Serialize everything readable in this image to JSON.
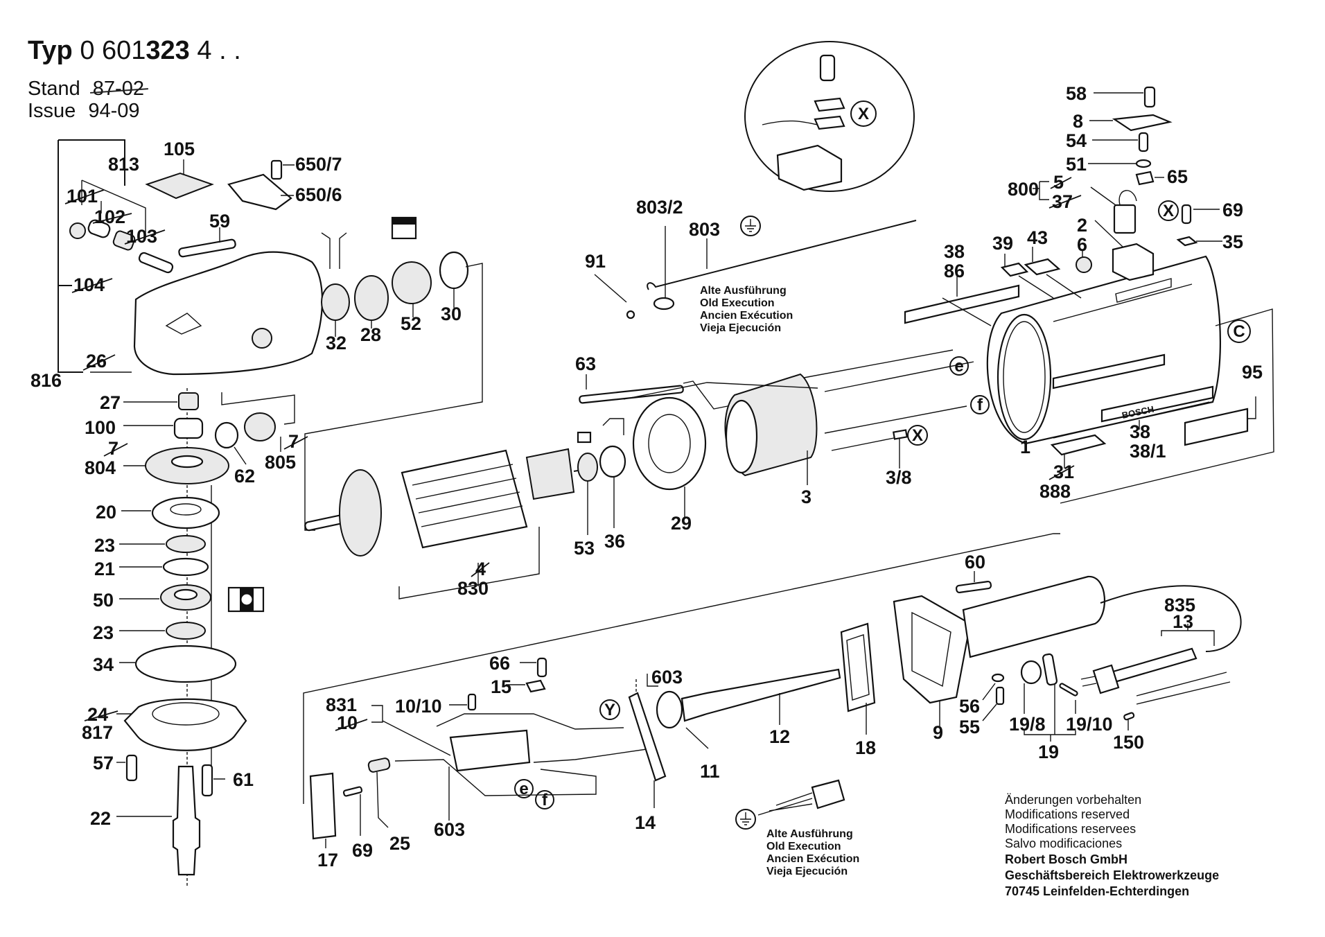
{
  "header": {
    "typ_label": "Typ",
    "typ_prefix": "0 601",
    "typ_bold": "323",
    "typ_suffix": "4",
    "typ_dots": ". .",
    "stand_label": "Stand",
    "stand_value_struck": "87-02",
    "issue_label": "Issue",
    "issue_value": "94-09"
  },
  "part_labels": {
    "p813": "813",
    "p105": "105",
    "p650_7": "650/7",
    "p650_6": "650/6",
    "p101": "101",
    "p102": "102",
    "p103": "103",
    "p104": "104",
    "p59": "59",
    "p26": "26",
    "p816": "816",
    "p27": "27",
    "p100": "100",
    "p7a": "7",
    "p804": "804",
    "p62": "62",
    "p805": "805",
    "p7b": "7",
    "p20": "20",
    "p23a": "23",
    "p21": "21",
    "p50": "50",
    "p23b": "23",
    "p34": "34",
    "p24": "24",
    "p817": "817",
    "p57": "57",
    "p61": "61",
    "p22": "22",
    "p32": "32",
    "p28": "28",
    "p52": "52",
    "p30": "30",
    "p91": "91",
    "p803_2": "803/2",
    "p803": "803",
    "p63": "63",
    "p53": "53",
    "p36": "36",
    "p29": "29",
    "p4": "4",
    "p830": "830",
    "p3": "3",
    "p3_8": "3/8",
    "p58": "58",
    "p8": "8",
    "p54": "54",
    "p51": "51",
    "p65": "65",
    "p800": "800",
    "p5": "5",
    "p37": "37",
    "p69a": "69",
    "p2": "2",
    "p35": "35",
    "p6": "6",
    "p38a": "38",
    "p86": "86",
    "p39": "39",
    "p43": "43",
    "p1": "1",
    "p95": "95",
    "p38b": "38",
    "p38_1": "38/1",
    "p31": "31",
    "p888": "888",
    "p60": "60",
    "p835": "835",
    "p13": "13",
    "p66": "66",
    "p15": "15",
    "p831": "831",
    "p10_10": "10/10",
    "p10": "10",
    "p603a": "603",
    "p603b": "603",
    "p14": "14",
    "p11": "11",
    "p12": "12",
    "p18": "18",
    "p9": "9",
    "p56": "56",
    "p55": "55",
    "p19_8": "19/8",
    "p19_10": "19/10",
    "p19": "19",
    "p150": "150",
    "p17": "17",
    "p69b": "69",
    "p25": "25"
  },
  "callouts": {
    "x": "X",
    "y": "Y",
    "c": "C",
    "e": "e",
    "f": "f"
  },
  "old_execution_note": {
    "lines": [
      "Alte Ausführung",
      "Old Execution",
      "Ancien Exécution",
      "Vieja Ejecución"
    ]
  },
  "stator_brand": "BOSCH",
  "footer": {
    "notice": [
      "Änderungen vorbehalten",
      "Modifications reserved",
      "Modifications reservees",
      "Salvo modificaciones"
    ],
    "company": [
      "Robert Bosch GmbH",
      "Geschäftsbereich Elektrowerkzeuge",
      "70745 Leinfelden-Echterdingen"
    ]
  }
}
